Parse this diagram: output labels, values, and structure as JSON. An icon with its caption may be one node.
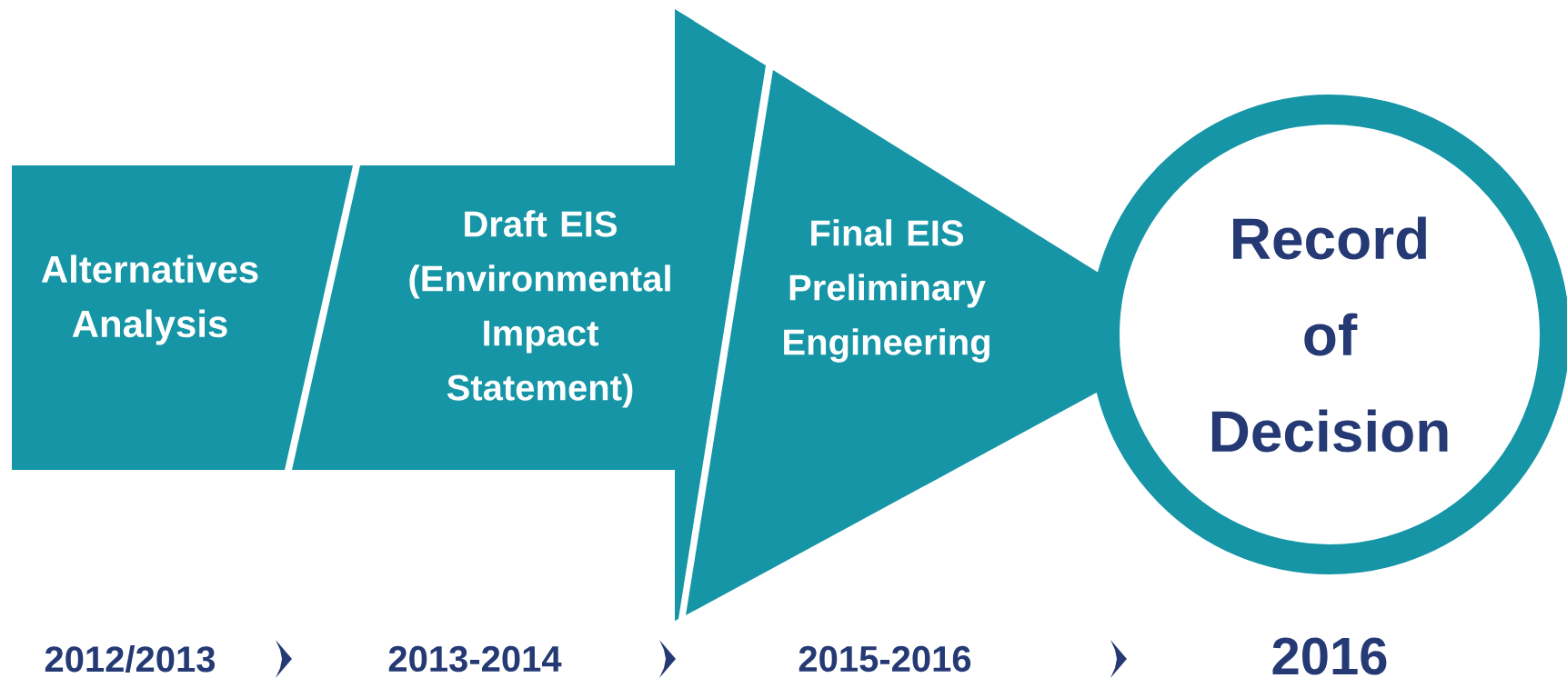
{
  "diagram": {
    "nodes": [
      {
        "text": [
          "Alternatives Analysis"
        ]
      },
      {
        "text": [
          "Draft EIS (Environmental Impact Statement)"
        ]
      },
      {
        "text": [
          "Final EIS Preliminary Engineering"
        ]
      },
      {
        "text": [
          "Record of Decision"
        ]
      }
    ],
    "labels": [
      "2012/2013",
      "2013-2014",
      "2015-2016",
      "2016"
    ]
  }
}
